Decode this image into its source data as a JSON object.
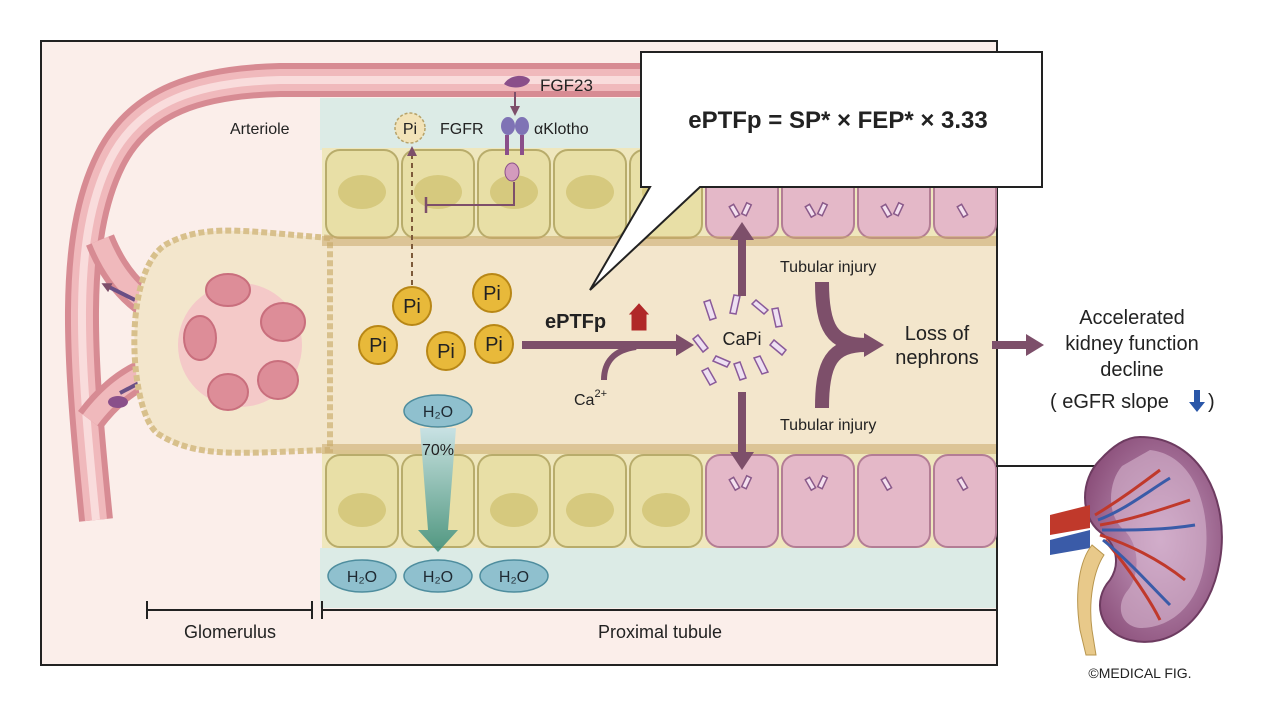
{
  "labels": {
    "arteriole": "Arteriole",
    "fgf23": "FGF23",
    "fgfr": "FGFR",
    "aklotho": "αKlotho",
    "pi": "Pi",
    "h2o": "H₂O",
    "percent_70": "70%",
    "eptfp": "ePTFp",
    "ca": "Ca",
    "ca_sup": "2+",
    "capi": "CaPi",
    "tubular_injury_top": "Tubular injury",
    "tubular_injury_bottom": "Tubular injury",
    "loss_line1": "Loss of",
    "loss_line2": "nephrons",
    "outcome_line1": "Accelerated",
    "outcome_line2": "kidney function",
    "outcome_line3": "decline",
    "egfr": "( eGFR slope",
    "egfr_close": ")",
    "glomerulus": "Glomerulus",
    "proximal_tubule": "Proximal tubule",
    "formula": "ePTFp = SP* × FEP* × 3.33",
    "copyright": "©MEDICAL FIG."
  },
  "colors": {
    "frame_bg": "#fbeeea",
    "vessel": "#e8a3a8",
    "vessel_dark": "#c97c85",
    "glom_capsule": "#f6e8cf",
    "glom_tuft": "#dd8d98",
    "tubule_lumen": "#f3e6cc",
    "cell_healthy": "#e8dfa6",
    "cell_injured": "#e4b8c8",
    "interstitium": "#dcebe6",
    "pi_fill": "#e8b93a",
    "h2o_fill": "#8fc0ce",
    "arrow": "#7d4f6a",
    "up_arrow": "#b02828",
    "down_arrow": "#2a57a8"
  }
}
